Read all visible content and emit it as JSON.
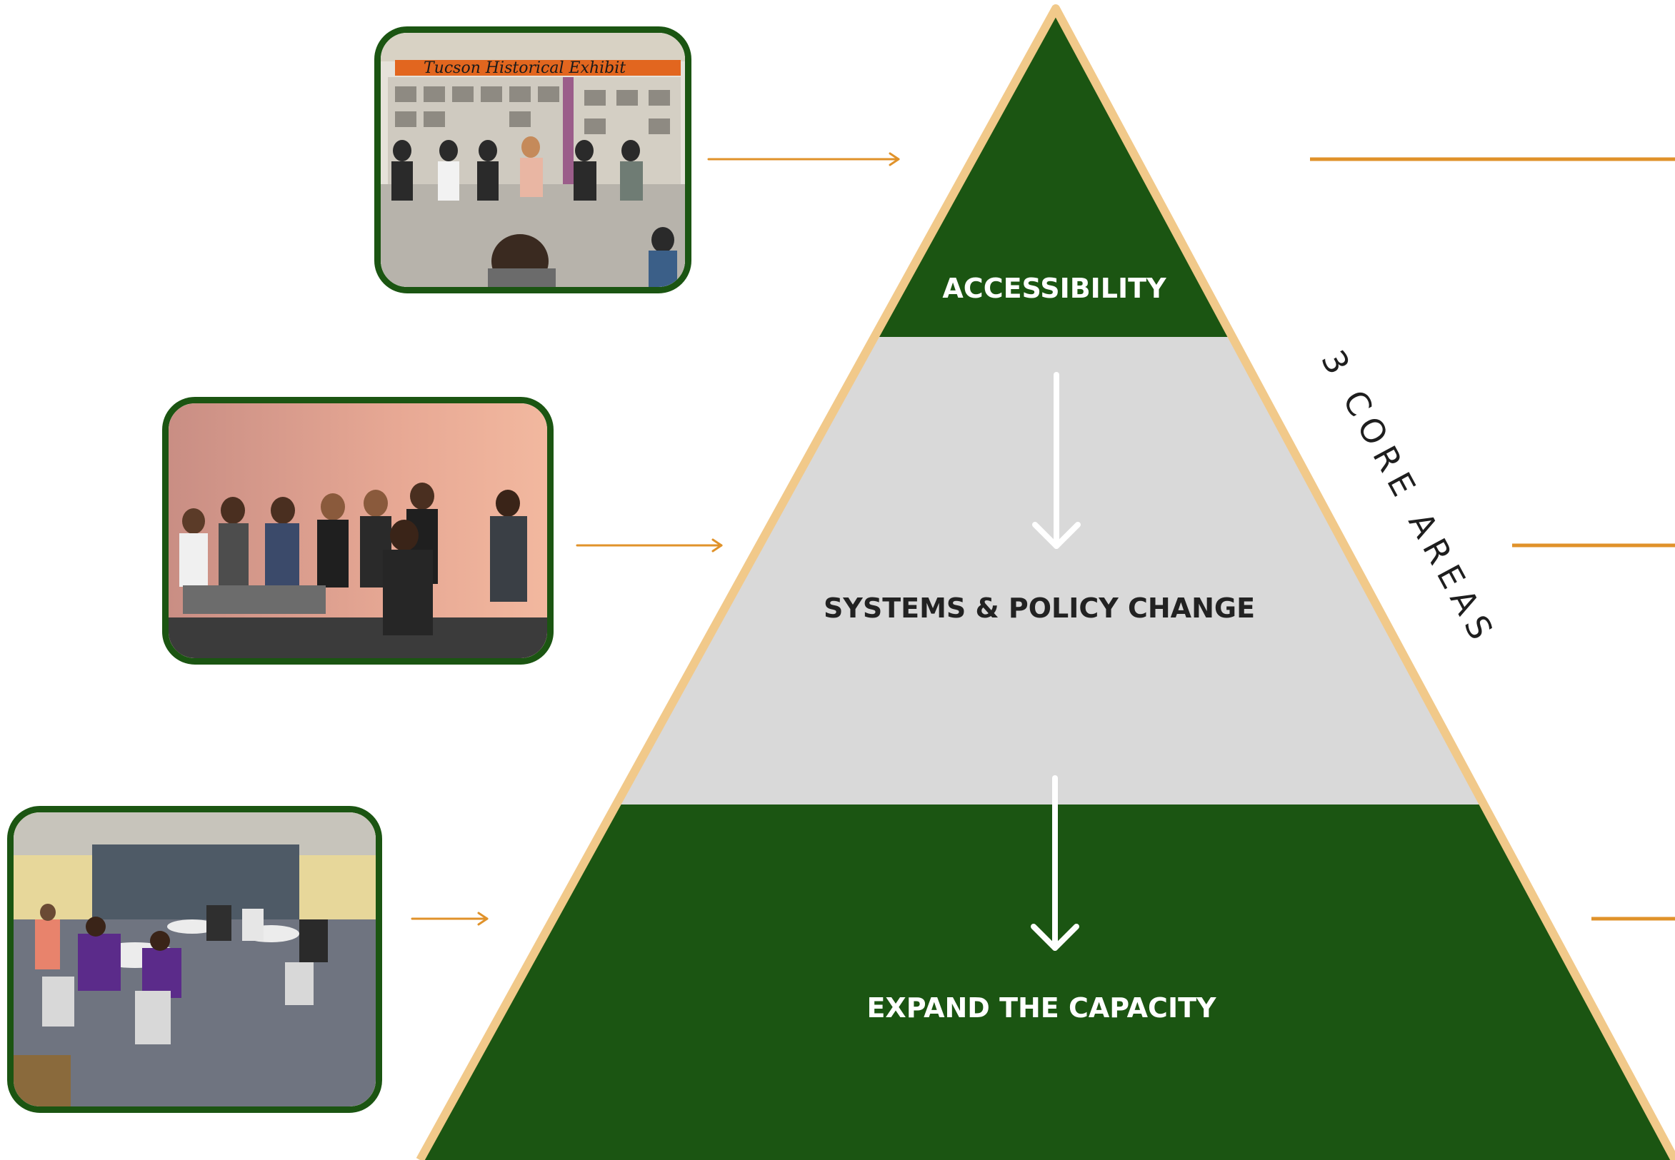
{
  "diagram": {
    "tiers": [
      {
        "label": "ACCESSIBILITY"
      },
      {
        "label": "SYSTEMS & POLICY CHANGE"
      },
      {
        "label": "EXPAND THE CAPACITY"
      }
    ],
    "side_label": "3 CORE AREAS",
    "photos": [
      {
        "description_icon": "photo-panel-exhibit",
        "banner_text": "Tucson Historical Exhibit"
      },
      {
        "description_icon": "photo-panel-stage"
      },
      {
        "description_icon": "photo-conference-room"
      }
    ]
  },
  "colors": {
    "dark_green": "#1b5512",
    "light_gray": "#d9d9d9",
    "tan_border": "#f1c98a",
    "orange_arrow": "#e0922a",
    "white": "#ffffff",
    "text_dark": "#222222"
  }
}
